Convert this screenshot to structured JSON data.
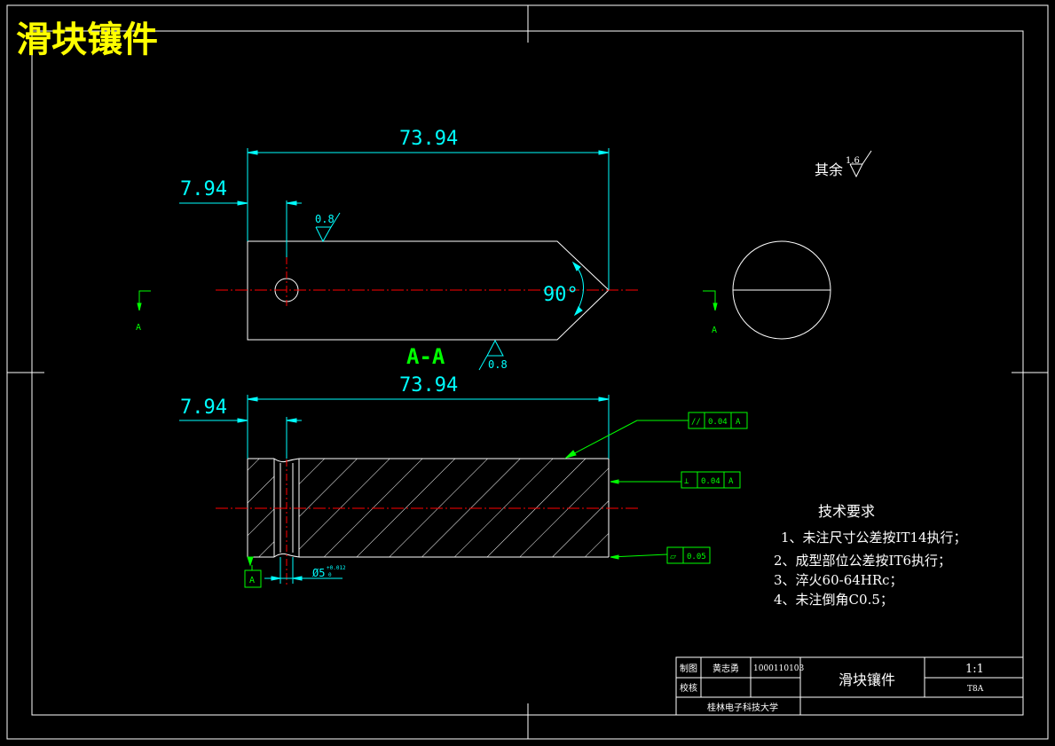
{
  "drawing": {
    "title": "滑块镶件",
    "roughness_general": {
      "label": "其余",
      "value": "1.6"
    },
    "front_view": {
      "overall_length": "73.94",
      "hole_offset": "7.94",
      "roughness_top": "0.8",
      "roughness_bottom": "0.8",
      "angle": "90°",
      "section_marker": "A",
      "section_label": "A-A"
    },
    "section_view": {
      "overall_length": "73.94",
      "hole_offset": "7.94",
      "hole_diameter": "Ø5",
      "hole_tol_upper": "+0.012",
      "hole_tol_lower": "0",
      "datum": "A",
      "gdt": [
        {
          "symbol": "//",
          "value": "0.04",
          "datum": "A"
        },
        {
          "symbol": "⊥",
          "value": "0.04",
          "datum": "A"
        },
        {
          "symbol": "⏥",
          "value": "0.05",
          "datum": ""
        }
      ]
    },
    "tech_requirements": {
      "heading": "技术要求",
      "items": [
        "1、未注尺寸公差按IT14执行；",
        "2、成型部位公差按IT6执行；",
        "3、淬火60-64HRc；",
        "4、未注倒角C0.5；"
      ]
    },
    "title_block": {
      "drawn_label": "制图",
      "drawn_by": "黄志勇",
      "student_id": "1000110103",
      "check_label": "校核",
      "part_name": "滑块镶件",
      "scale": "1:1",
      "material": "T8A",
      "school": "桂林电子科技大学"
    }
  },
  "colors": {
    "background": "#000000",
    "outline": "#ffffff",
    "dimension": "#00ffff",
    "centerline": "#ff0000",
    "annotation": "#00ff00",
    "title": "#ffff00"
  }
}
